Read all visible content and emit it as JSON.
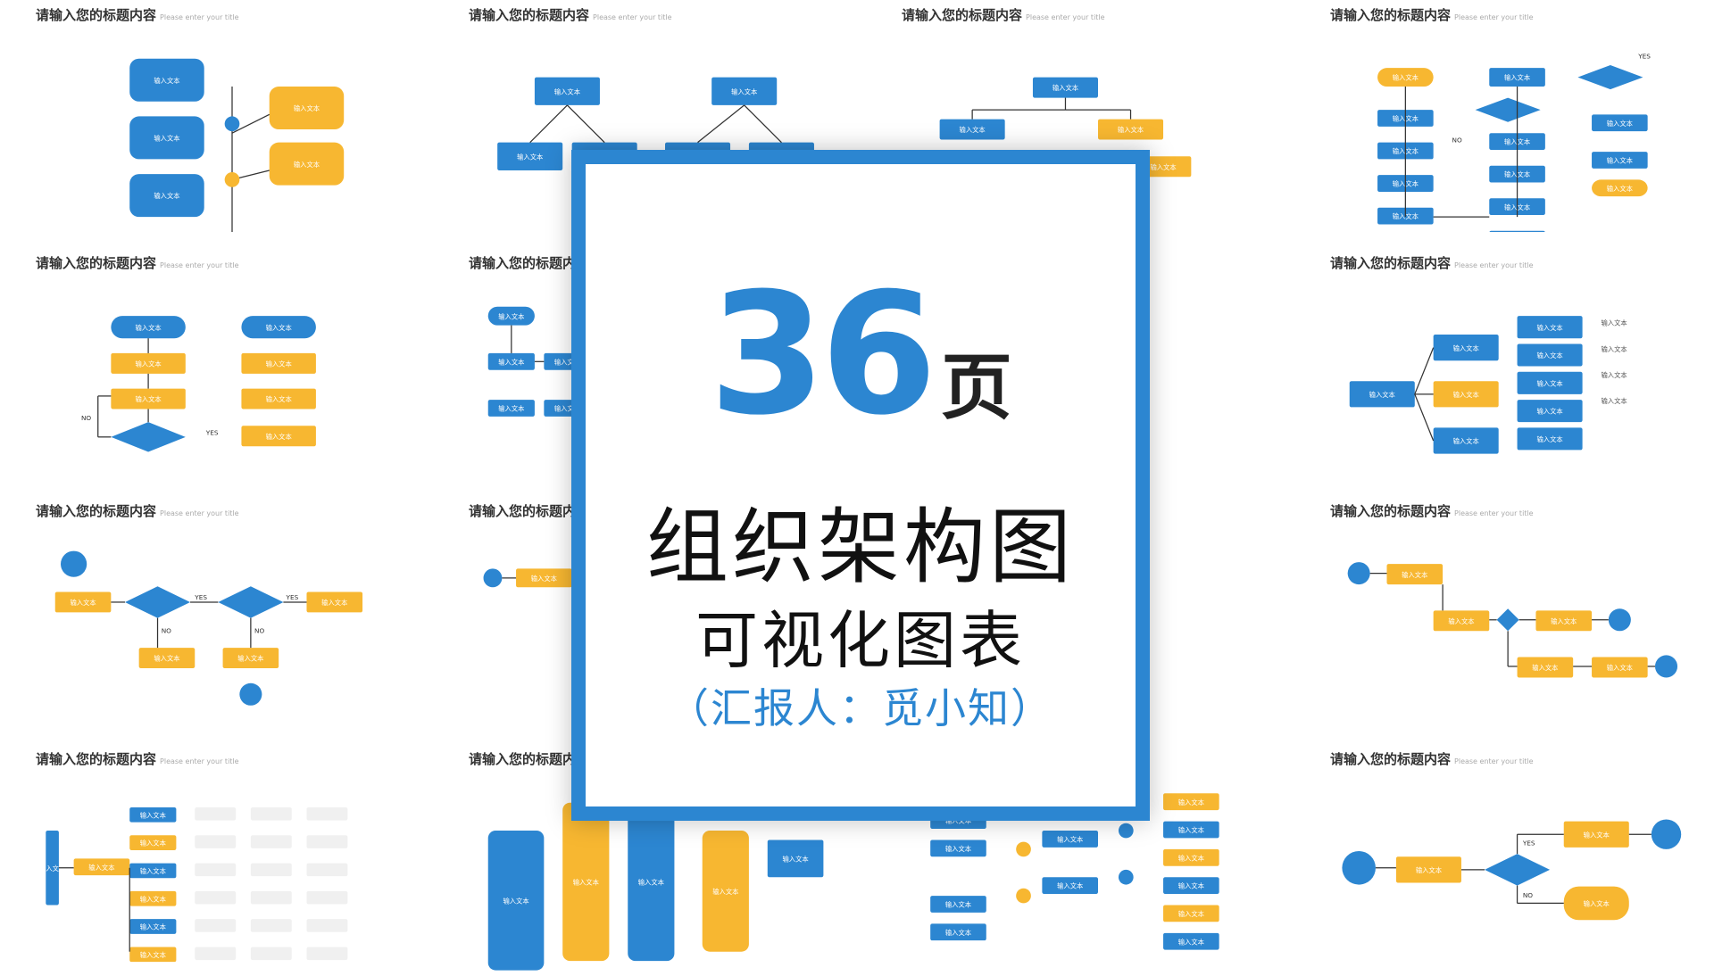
{
  "cover": {
    "count_number": "36",
    "count_unit": "页",
    "title": "组织架构图",
    "subtitle": "可视化图表",
    "reporter": "（汇报人：觅小知）"
  },
  "thumbnails": {
    "slide_title": "请输入您的标题内容",
    "slide_title_sub": "Please enter your title",
    "box_label": "输入文本",
    "yes_label": "YES",
    "no_label": "NO"
  },
  "colors": {
    "blue": "#2c86d1",
    "yellow": "#f7b731",
    "line": "#333333"
  }
}
